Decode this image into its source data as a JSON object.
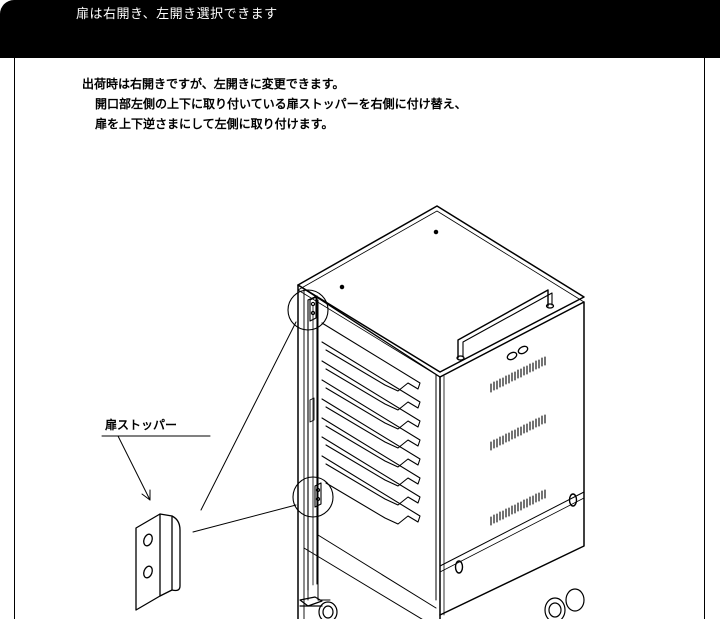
{
  "header": {
    "title": "扉は右開き、左開き選択できます"
  },
  "instructions": {
    "line1": "出荷時は右開きですが、左開きに変更できます。",
    "line2": "開口部左側の上下に取り付いている扉ストッパーを右側に付け替え、",
    "line3": "扉を上下逆さまにして左側に取り付けます。"
  },
  "callout": {
    "label": "扉ストッパー"
  },
  "colors": {
    "header_bg": "#000000",
    "header_text": "#ffffff",
    "line": "#000000"
  }
}
